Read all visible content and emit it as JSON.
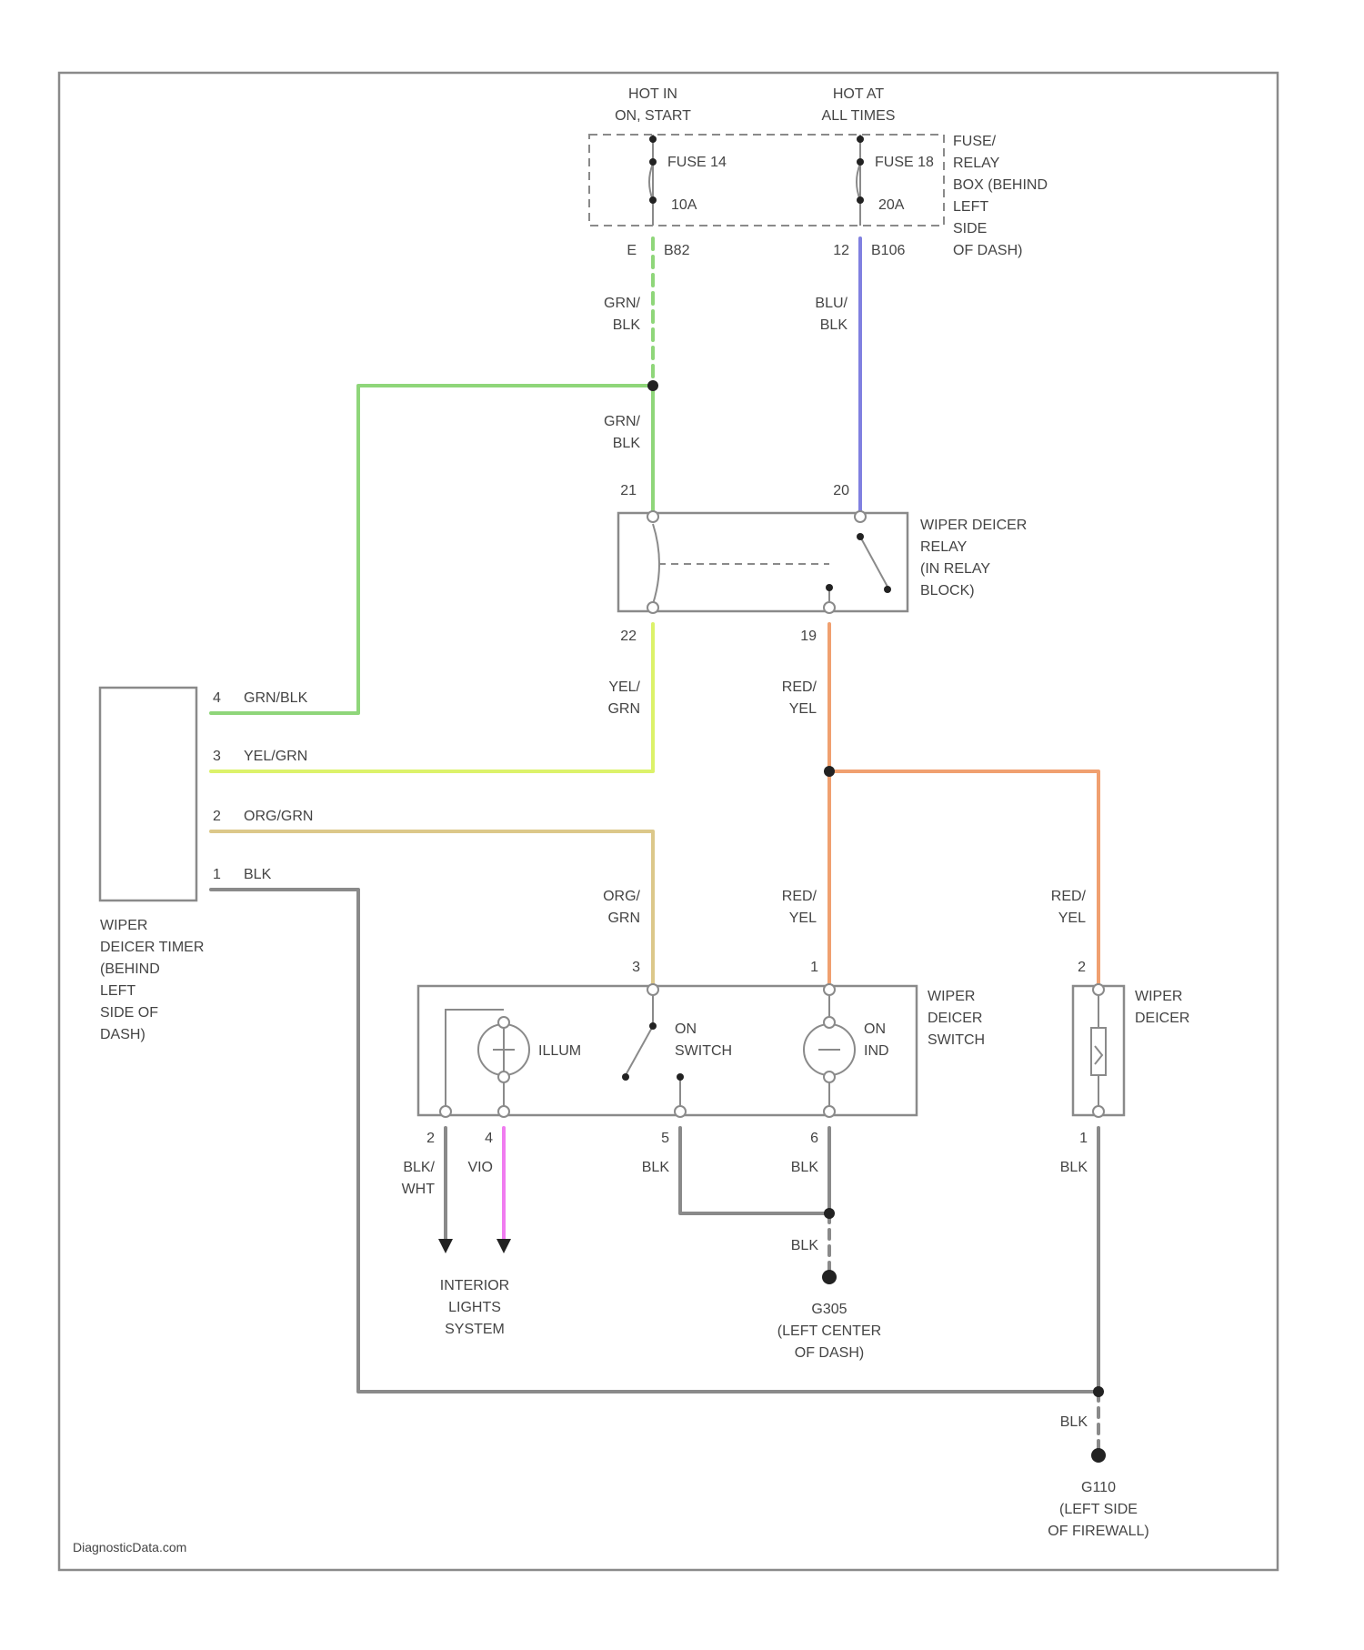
{
  "fuse_box": {
    "feed_left": [
      "HOT IN",
      "ON, START"
    ],
    "feed_right": [
      "HOT AT",
      "ALL TIMES"
    ],
    "fuse_left": "FUSE 14",
    "fuse_left_amp": "10A",
    "fuse_right": "FUSE 18",
    "fuse_right_amp": "20A",
    "pin_left": "E",
    "conn_left": "B82",
    "pin_right": "12",
    "conn_right": "B106",
    "label": [
      "FUSE/",
      "RELAY",
      "BOX (BEHIND",
      "LEFT",
      "SIDE",
      "OF DASH)"
    ]
  },
  "relay": {
    "pin_21": "21",
    "pin_20": "20",
    "pin_22": "22",
    "pin_19": "19",
    "label": [
      "WIPER DEICER",
      "RELAY",
      "(IN RELAY",
      "BLOCK)"
    ]
  },
  "timer": {
    "pins": [
      {
        "num": "4",
        "wire": "GRN/BLK"
      },
      {
        "num": "3",
        "wire": "YEL/GRN"
      },
      {
        "num": "2",
        "wire": "ORG/GRN"
      },
      {
        "num": "1",
        "wire": "BLK"
      }
    ],
    "label": [
      "WIPER",
      "DEICER TIMER",
      "(BEHIND",
      "LEFT",
      "SIDE OF",
      "DASH)"
    ]
  },
  "switch": {
    "pin_3": "3",
    "pin_1": "1",
    "illum": "ILLUM",
    "on_switch": [
      "ON",
      "SWITCH"
    ],
    "on_ind": [
      "ON",
      "IND"
    ],
    "bottom_pins": [
      "2",
      "4",
      "5",
      "6"
    ],
    "label": [
      "WIPER",
      "DEICER",
      "SWITCH"
    ]
  },
  "deicer": {
    "pin_top": "2",
    "pin_bottom": "1",
    "label": [
      "WIPER",
      "DEICER"
    ]
  },
  "wire_labels": {
    "grn_blk_top": [
      "GRN/",
      "BLK"
    ],
    "blu_blk": [
      "BLU/",
      "BLK"
    ],
    "grn_blk_mid": [
      "GRN/",
      "BLK"
    ],
    "yel_grn": [
      "YEL/",
      "GRN"
    ],
    "red_yel_relay": [
      "RED/",
      "YEL"
    ],
    "org_grn": [
      "ORG/",
      "GRN"
    ],
    "red_yel_switch": [
      "RED/",
      "YEL"
    ],
    "red_yel_deicer": [
      "RED/",
      "YEL"
    ],
    "blk_wht": [
      "BLK/",
      "WHT"
    ],
    "vio": "VIO",
    "blk_5": "BLK",
    "blk_6": "BLK",
    "blk_deicer": "BLK",
    "blk_g305": "BLK",
    "blk_g110": "BLK"
  },
  "grounds": {
    "interior": [
      "INTERIOR",
      "LIGHTS",
      "SYSTEM"
    ],
    "g305": [
      "G305",
      "(LEFT CENTER",
      "OF DASH)"
    ],
    "g110": [
      "G110",
      "(LEFT SIDE",
      "OF FIREWALL)"
    ]
  },
  "watermark": "DiagnosticData.com",
  "colors": {
    "grn_blk": "#8fd67a",
    "blu_blk": "#8080e0",
    "yel_grn": "#dcf26a",
    "red_yel": "#f0a070",
    "org_grn": "#dcc88a",
    "blk": "#8a8a8a",
    "vio": "#f07cf0"
  }
}
